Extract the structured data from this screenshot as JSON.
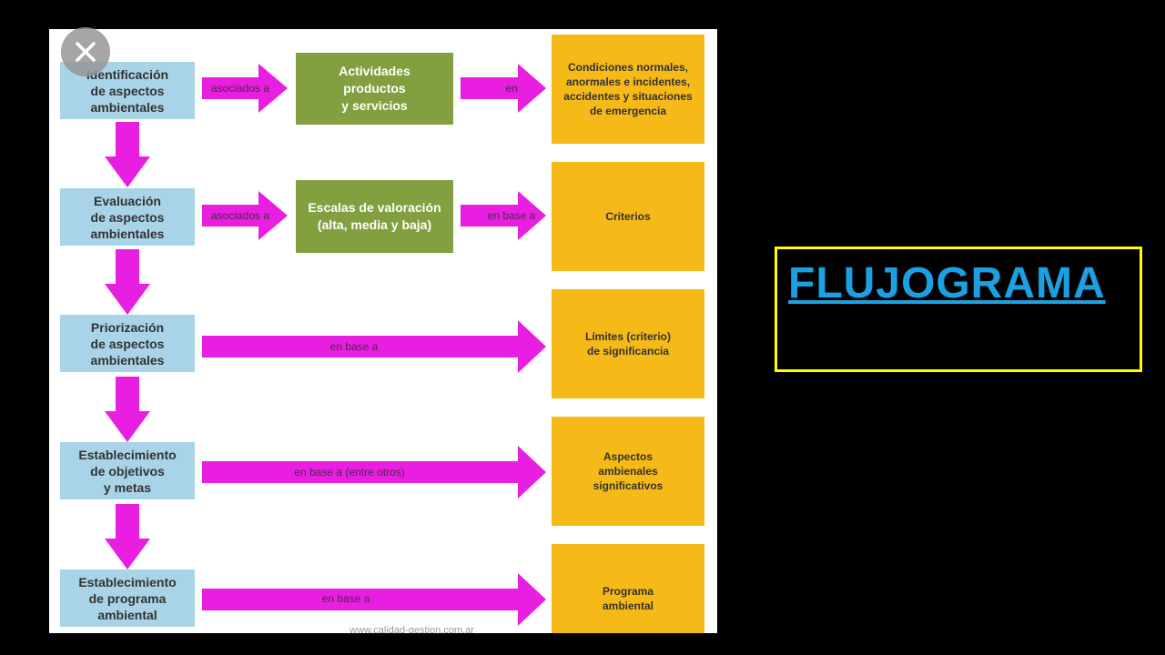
{
  "title": "FLUJOGRAMA",
  "watermark": "www.calidad-gestion.com.ar",
  "icons": {
    "close": "close-icon"
  },
  "colors": {
    "background": "#000000",
    "diagram_bg": "#ffffff",
    "step_box": "#a9d3e6",
    "green_box": "#82a03f",
    "yellow_box": "#f5b918",
    "arrow": "#e81ee0",
    "title_text": "#1ba1e2",
    "title_border": "#ffff00"
  },
  "flow": {
    "steps": [
      "Identificación\nde aspectos\nambientales",
      "Evaluación\nde aspectos\nambientales",
      "Priorización\nde aspectos\nambientales",
      "Establecimiento\nde objetivos\ny metas",
      "Establecimiento\nde programa\nambiental"
    ],
    "middles": [
      "Actividades\nproductos\ny servicios",
      "Escalas de valoración\n(alta, media y baja)"
    ],
    "outcomes": [
      "Condiciones normales,\nanormales e incidentes,\naccidentes y situaciones\nde emergencia",
      "Criterios",
      "Límites (criterio)\nde significancia",
      "Aspectos\nambienales\nsignificativos",
      "Programa\nambiental"
    ],
    "connectors": [
      "asociados a",
      "en",
      "asociados a",
      "en base a",
      "en base a",
      "en base a (entre otros)",
      "en base a"
    ]
  }
}
